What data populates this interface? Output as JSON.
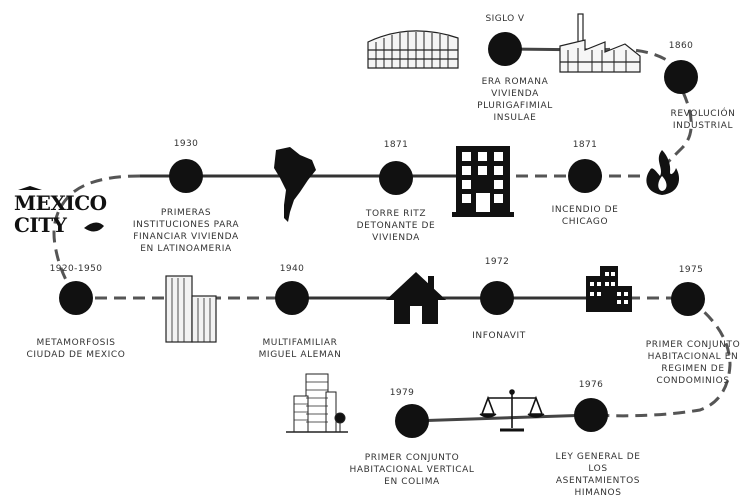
{
  "logo": {
    "line1": "MEXICO",
    "line2": "CITY"
  },
  "events": [
    {
      "id": "siglo-v",
      "year": "SIGLO V",
      "label": [
        "ERA ROMANA",
        "VIVIENDA",
        "PLURIGAFIMIAL",
        "INSULAE"
      ]
    },
    {
      "id": "1860",
      "year": "1860",
      "label": [
        "REVOLUCIÓN",
        "INDUSTRIAL"
      ]
    },
    {
      "id": "1871-incendio",
      "year": "1871",
      "label": [
        "INCENDIO DE",
        "CHICAGO"
      ]
    },
    {
      "id": "1871-torre",
      "year": "1871",
      "label": [
        "TORRE RITZ",
        "DETONANTE DE",
        "VIVIENDA"
      ]
    },
    {
      "id": "1930",
      "year": "1930",
      "label": [
        "PRIMERAS",
        "INSTITUCIONES PARA",
        "FINANCIAR VIVIENDA",
        "EN LATINOAMERIA"
      ]
    },
    {
      "id": "1920-1950",
      "year": "1920-1950",
      "label": [
        "METAMORFOSIS",
        "CIUDAD DE MEXICO"
      ]
    },
    {
      "id": "1940",
      "year": "1940",
      "label": [
        "MULTIFAMILIAR",
        "MIGUEL ALEMAN"
      ]
    },
    {
      "id": "1972",
      "year": "1972",
      "label": [
        "INFONAVIT"
      ]
    },
    {
      "id": "1975",
      "year": "1975",
      "label": [
        "PRIMER CONJUNTO",
        "HABITACIONAL EN",
        "REGIMEN DE",
        "CONDOMINIOS"
      ]
    },
    {
      "id": "1976",
      "year": "1976",
      "label": [
        "LEY GENERAL DE",
        "LOS",
        "ASENTAMIENTOS",
        "HIMANOS"
      ]
    },
    {
      "id": "1979",
      "year": "1979",
      "label": [
        "PRIMER CONJUNTO",
        "HABITACIONAL VERTICAL",
        "EN COLIMA"
      ]
    }
  ],
  "icons": [
    "colosseum-icon",
    "factory-icon",
    "fire-icon",
    "office-building-icon",
    "south-america-icon",
    "skyscraper-icon",
    "house-icon",
    "apartment-block-icon",
    "city-buildings-icon",
    "scales-icon"
  ],
  "colors": {
    "node": "#111111",
    "line": "#222222",
    "dash": "#555555"
  }
}
